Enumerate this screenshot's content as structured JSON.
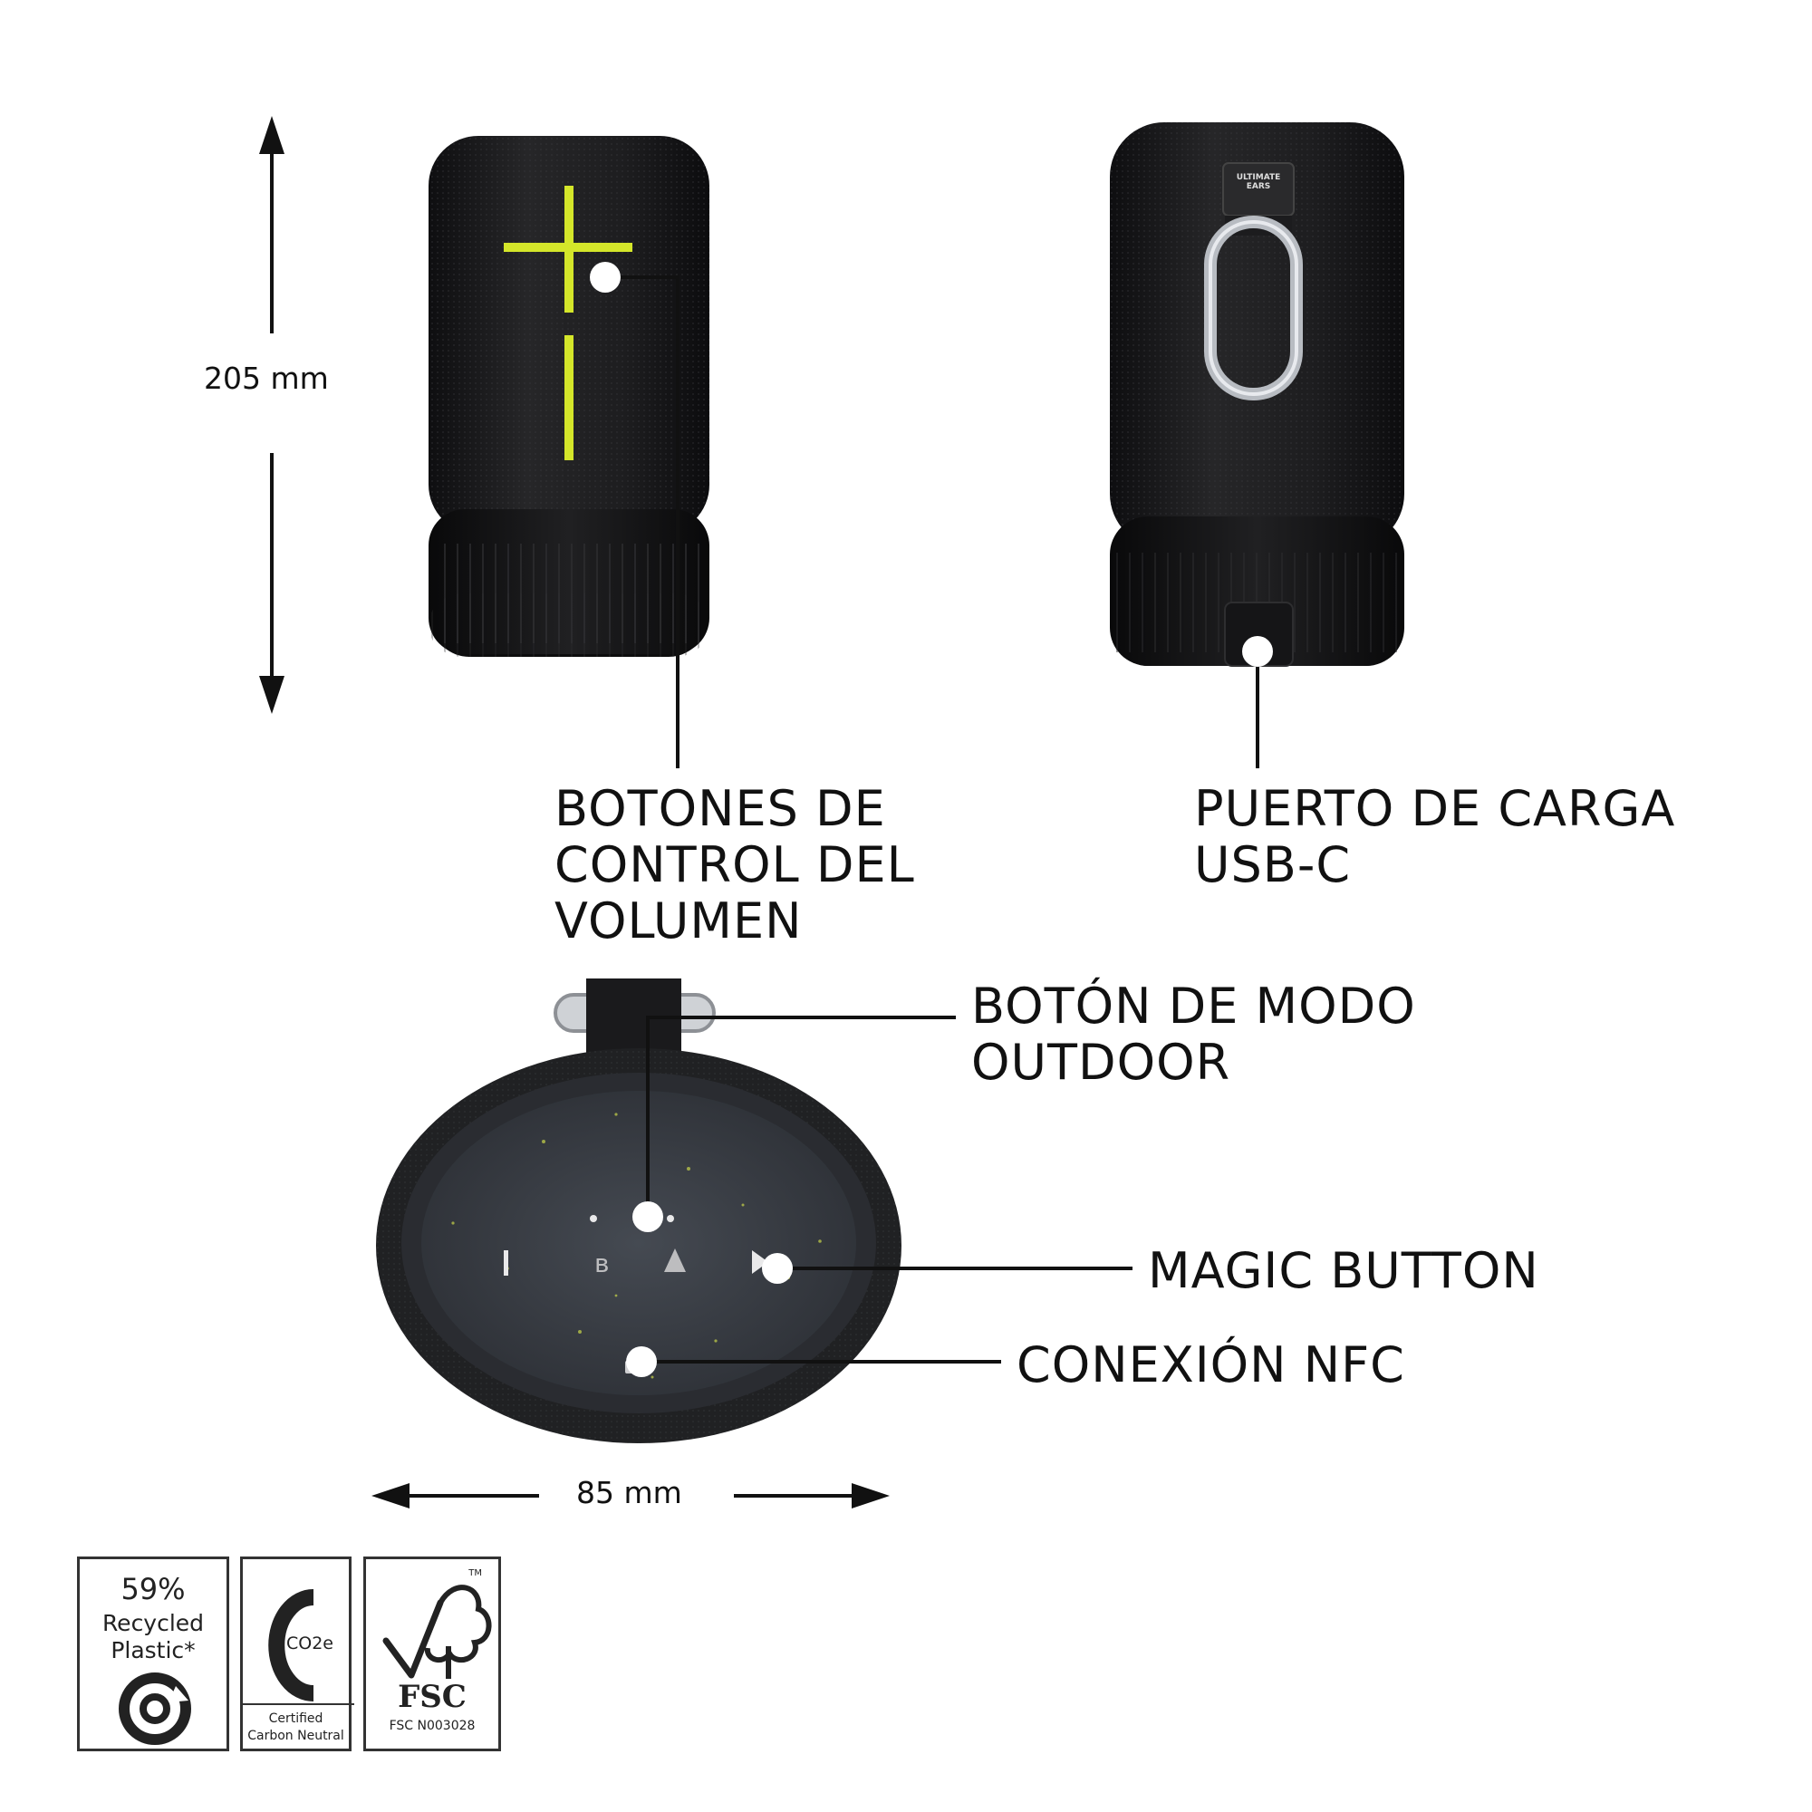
{
  "dimensions": {
    "height": "205 mm",
    "width": "85 mm"
  },
  "callouts": {
    "volume": "BOTONES DE\nCONTROL DEL\nVOLUMEN",
    "usb": "PUERTO DE CARGA\nUSB-C",
    "outdoor": "BOTÓN DE MODO\nOUTDOOR",
    "magic": "MAGIC BUTTON",
    "nfc": "CONEXIÓN NFC"
  },
  "product": {
    "brand_tag": "ULTIMATE\nEARS"
  },
  "badges": {
    "recycled": {
      "percent": "59%",
      "line1": "Recycled",
      "line2": "Plastic*"
    },
    "carbon": {
      "symbol": "CO2e",
      "line1": "Certified",
      "line2": "Carbon Neutral"
    },
    "fsc": {
      "logo": "FSC",
      "code": "FSC N003028",
      "tm": "TM"
    }
  },
  "colors": {
    "speaker_body": "#1b1b1d",
    "accent_lime": "#d4e62a",
    "ink": "#111111"
  },
  "icons": [
    "power-icon",
    "bluetooth-icon",
    "outdoor-mode-icon",
    "play-pause-icon",
    "nfc-icon",
    "recycle-icon",
    "fsc-tree-icon"
  ]
}
